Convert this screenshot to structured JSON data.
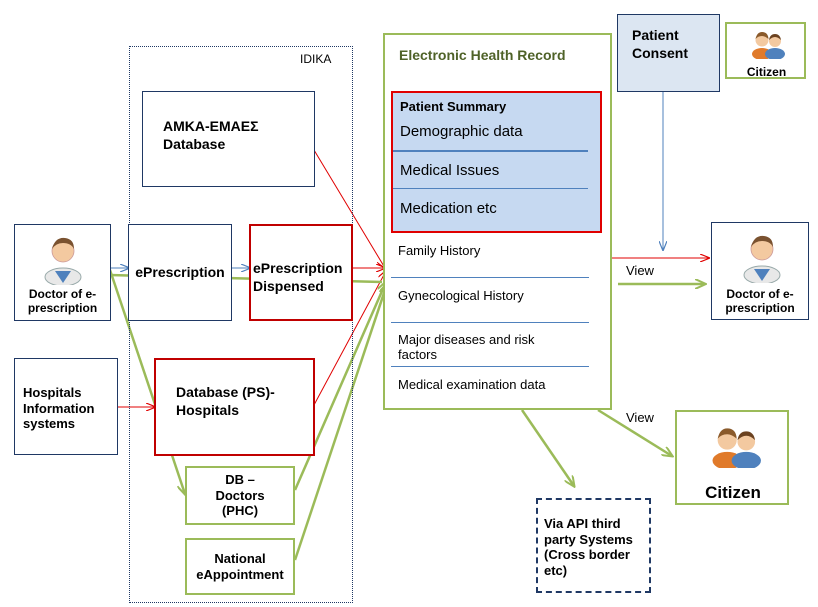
{
  "idika": {
    "label": "IDIKA"
  },
  "boxes": {
    "amka": "ΑΜΚΑ-ΕΜΑΕΣ Database",
    "eprescription": "ePrescription",
    "eprescription_dispensed": "ePrescription Dispensed",
    "database_ps": "Database (PS)-Hospitals",
    "db_doctors": "DB – Doctors (PHC)",
    "national_eappointment": "National eAppointment",
    "hospitals_is": "Hospitals Information systems",
    "doctor_left": "Doctor of e-prescription",
    "doctor_right": "Doctor of e-prescription",
    "patient_consent": "Patient Consent",
    "citizen_small": "Citizen",
    "citizen_large": "Citizen",
    "via_api": "Via API third party Systems (Cross border etc)"
  },
  "ehr": {
    "title": "Electronic Health Record",
    "summary_title": "Patient Summary",
    "summary_items": [
      "Demographic data",
      "Medical Issues",
      "Medication etc"
    ],
    "items": [
      "Family History",
      "Gynecological History",
      "Major diseases and risk factors",
      "Medical examination data"
    ]
  },
  "edges": {
    "view_doctor": "View",
    "view_citizen": "View"
  },
  "colors": {
    "red": "#e00000",
    "green": "#9bbb59",
    "blue": "#4f81bd",
    "navy": "#1f3864",
    "summary_fill": "#c6d9f1"
  }
}
